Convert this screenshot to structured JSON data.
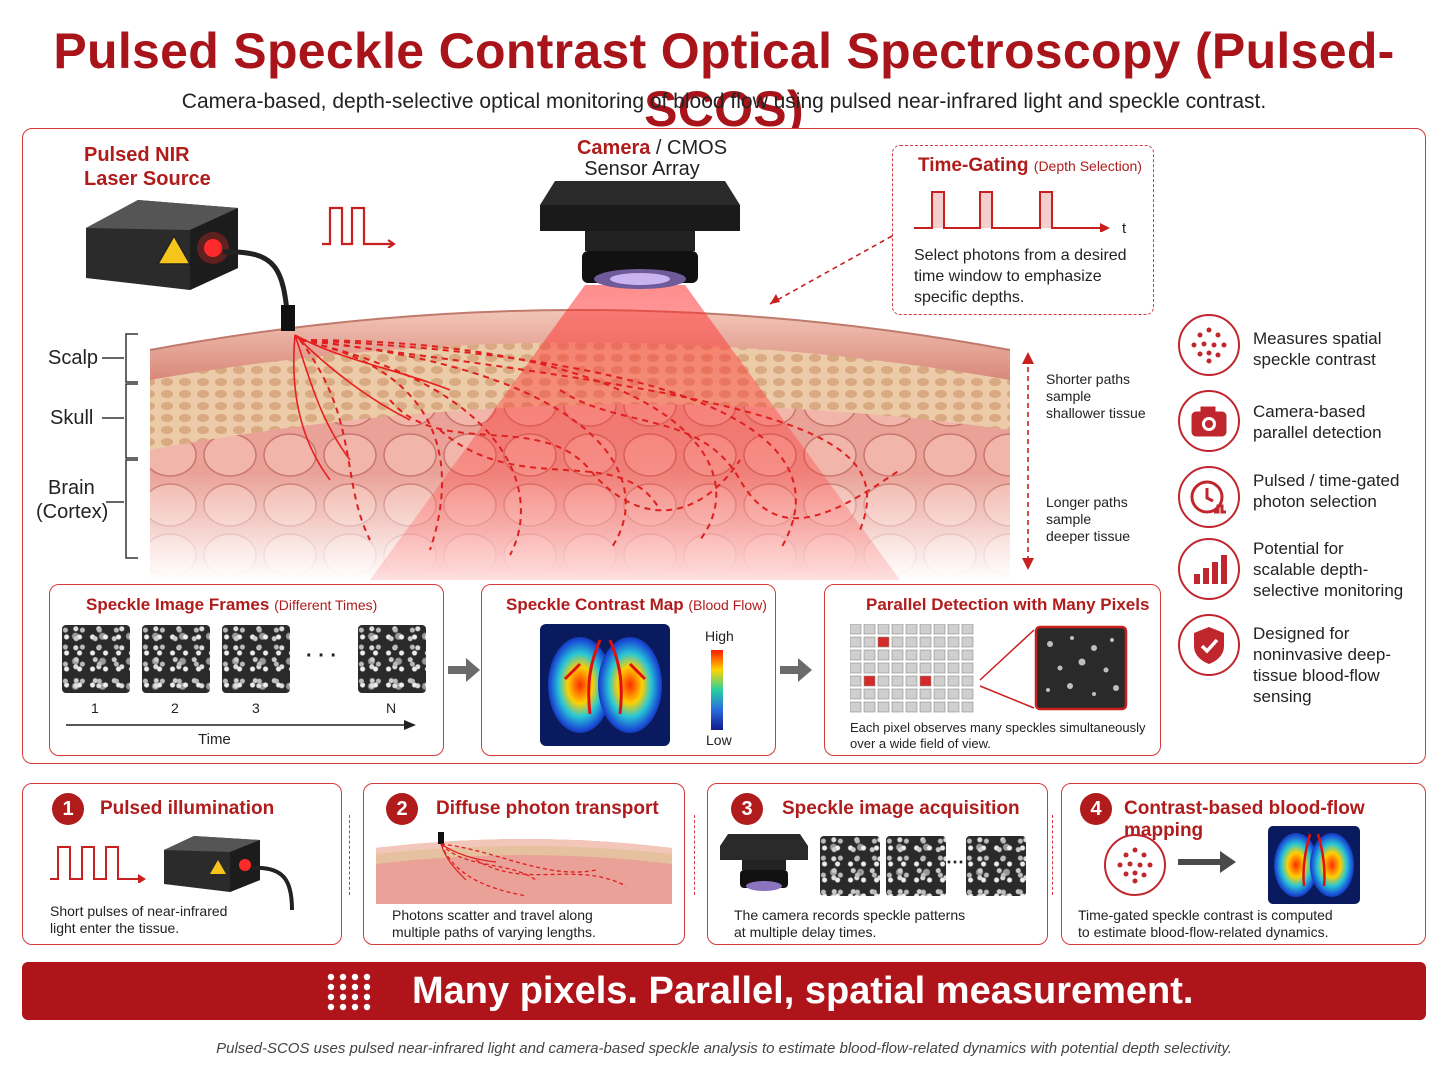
{
  "title": "Pulsed Speckle Contrast Optical Spectroscopy (Pulsed-SCOS)",
  "subtitle": "Camera-based, depth-selective optical monitoring of blood flow using pulsed near-infrared light and speckle contrast.",
  "colors": {
    "accent": "#b0141b",
    "border": "#d43a3a",
    "tissue": "#e8a59a"
  },
  "laser": {
    "line1": "Pulsed NIR",
    "line2": "Laser Source"
  },
  "camera": {
    "line1_red": "Camera",
    "line1_rest": " / CMOS",
    "line2": "Sensor Array"
  },
  "time_gating": {
    "title": "Time-Gating",
    "title_note": "(Depth Selection)",
    "axis": "t",
    "desc": [
      "Select photons from a desired",
      "time window to emphasize",
      "specific depths."
    ]
  },
  "layers": {
    "scalp": "Scalp",
    "skull": "Skull",
    "brain1": "Brain",
    "brain2": "(Cortex)"
  },
  "paths": {
    "short": [
      "Shorter paths",
      "sample",
      "shallower tissue"
    ],
    "long": [
      "Longer paths",
      "sample",
      "deeper tissue"
    ]
  },
  "features": [
    {
      "icon": "speckle-dots-icon",
      "lines": [
        "Measures spatial",
        "speckle contrast"
      ]
    },
    {
      "icon": "camera-icon",
      "lines": [
        "Camera-based",
        "parallel detection"
      ]
    },
    {
      "icon": "clock-pulse-icon",
      "lines": [
        "Pulsed / time-gated",
        "photon selection"
      ]
    },
    {
      "icon": "bar-chart-icon",
      "lines": [
        "Potential for",
        "scalable depth-",
        "selective monitoring"
      ]
    },
    {
      "icon": "shield-check-icon",
      "lines": [
        "Designed for",
        "noninvasive deep-",
        "tissue blood-flow",
        "sensing"
      ]
    }
  ],
  "frames_panel": {
    "title": "Speckle Image Frames",
    "title_note": "(Different Times)",
    "labels": [
      "1",
      "2",
      "3",
      "N"
    ],
    "ellipsis": "· · ·",
    "axis": "Time"
  },
  "contrast_panel": {
    "title": "Speckle Contrast Map",
    "title_note": "(Blood Flow)",
    "high": "High",
    "low": "Low"
  },
  "parallel_panel": {
    "title": "Parallel Detection with Many Pixels",
    "desc": [
      "Each pixel observes many speckles simultaneously",
      "over a wide field of view."
    ]
  },
  "steps": [
    {
      "num": "1",
      "title": "Pulsed illumination",
      "desc": [
        "Short pulses of near-infrared",
        "light enter the tissue."
      ]
    },
    {
      "num": "2",
      "title": "Diffuse photon transport",
      "desc": [
        "Photons scatter and travel along",
        "multiple paths of varying lengths."
      ]
    },
    {
      "num": "3",
      "title": "Speckle image acquisition",
      "desc": [
        "The camera records speckle patterns",
        "at multiple delay times."
      ]
    },
    {
      "num": "4",
      "title": "Contrast-based blood-flow mapping",
      "desc": [
        "Time-gated speckle contrast is computed",
        "to estimate blood-flow-related dynamics."
      ]
    }
  ],
  "banner": "Many pixels. Parallel, spatial measurement.",
  "footnote": "Pulsed-SCOS uses pulsed near-infrared light and camera-based speckle analysis to estimate blood-flow-related dynamics with potential depth selectivity."
}
